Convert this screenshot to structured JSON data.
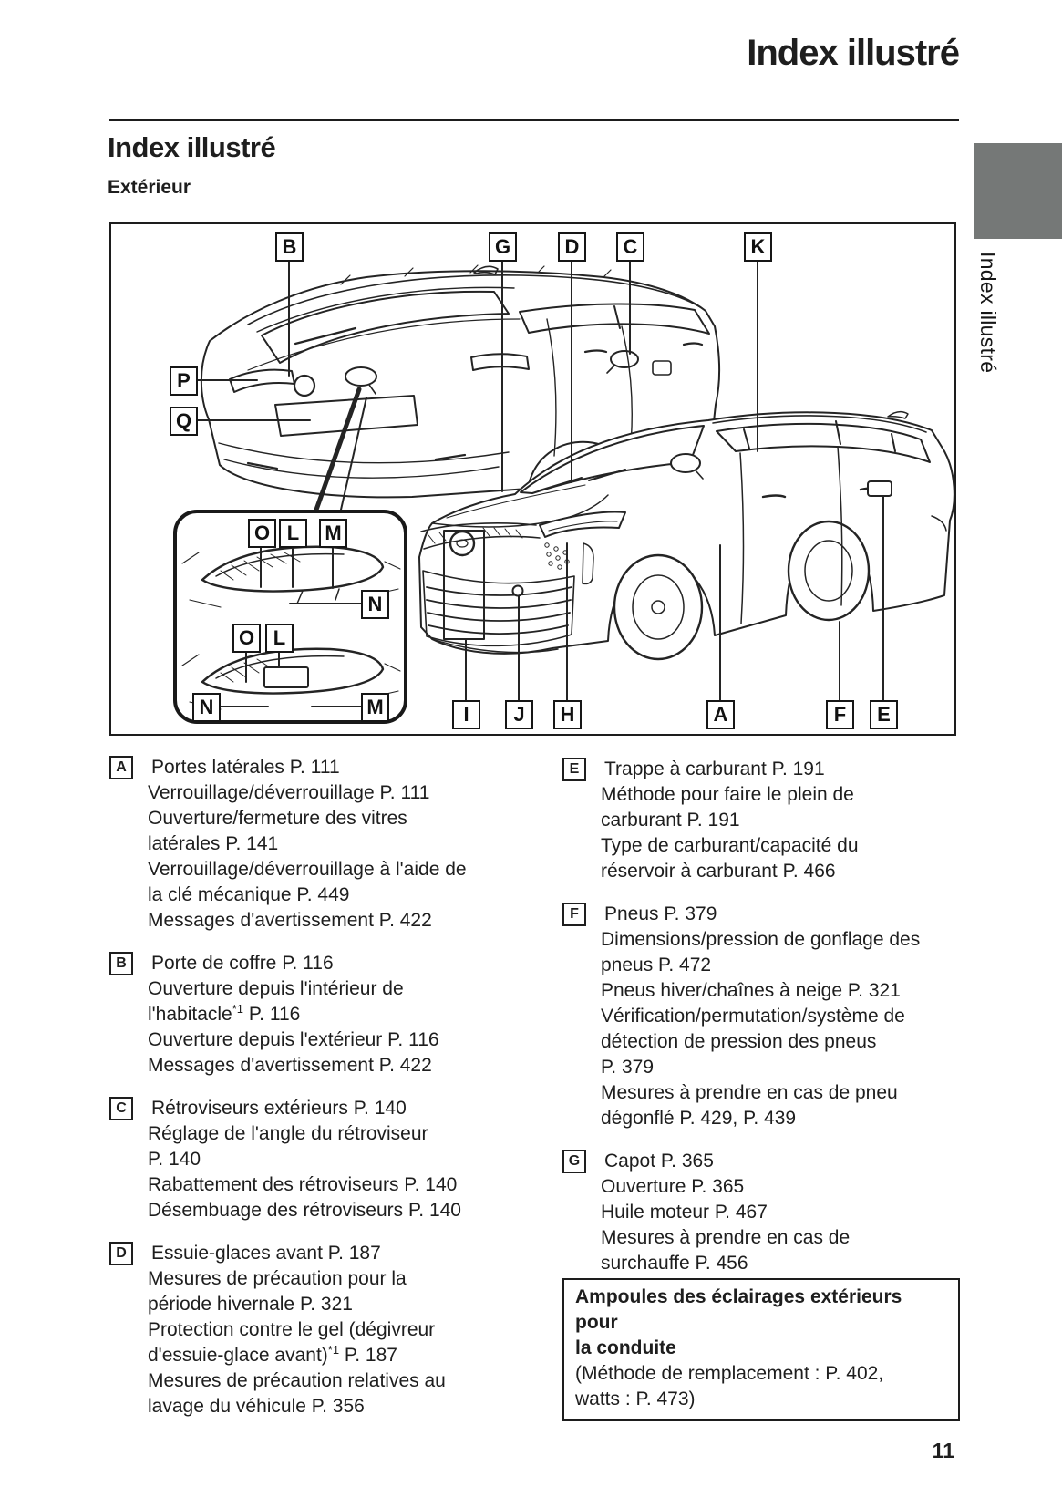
{
  "page": {
    "running_header": "Index illustré",
    "section_title": "Index illustré",
    "subsection_title": "Extérieur",
    "side_tab_label": "Index illustré",
    "page_number": "11"
  },
  "colors": {
    "tab_gray": "#757877",
    "ink": "#1e1e1e",
    "line_art": "#242424"
  },
  "diagram": {
    "description": "Vue extérieure du véhicule (deux vues : arrière et avant) avec rétroviseurs en médaillon",
    "labels": {
      "b": "B",
      "g": "G",
      "d": "D",
      "c": "C",
      "k": "K",
      "p": "P",
      "q": "Q",
      "o1": "O",
      "l1": "L",
      "m1": "M",
      "n1": "N",
      "o2": "O",
      "l2": "L",
      "n2": "N",
      "m2": "M",
      "i": "I",
      "j": "J",
      "h": "H",
      "a": "A",
      "f": "F",
      "e": "E"
    }
  },
  "entries_left": [
    {
      "key": "A",
      "title": "Portes latérales P. 111",
      "lines": [
        {
          "pre": "Verrouillage/déverrouillage P. 111",
          "sup": "",
          "post": ""
        },
        {
          "pre": "Ouverture/fermeture des vitres",
          "sup": "",
          "post": ""
        },
        {
          "pre": "latérales P. 141",
          "sup": "",
          "post": ""
        },
        {
          "pre": "Verrouillage/déverrouillage à l'aide de",
          "sup": "",
          "post": ""
        },
        {
          "pre": "la clé mécanique P. 449",
          "sup": "",
          "post": ""
        },
        {
          "pre": "Messages d'avertissement P. 422",
          "sup": "",
          "post": ""
        }
      ]
    },
    {
      "key": "B",
      "title": "Porte de coffre P. 116",
      "lines": [
        {
          "pre": "Ouverture depuis l'intérieur de",
          "sup": "",
          "post": ""
        },
        {
          "pre": "l'habitacle",
          "sup": "*1",
          "post": " P. 116"
        },
        {
          "pre": "Ouverture depuis l'extérieur P. 116",
          "sup": "",
          "post": ""
        },
        {
          "pre": "Messages d'avertissement P. 422",
          "sup": "",
          "post": ""
        }
      ]
    },
    {
      "key": "C",
      "title": "Rétroviseurs extérieurs P. 140",
      "lines": [
        {
          "pre": "Réglage de l'angle du rétroviseur",
          "sup": "",
          "post": ""
        },
        {
          "pre": "P. 140",
          "sup": "",
          "post": ""
        },
        {
          "pre": "Rabattement des rétroviseurs P. 140",
          "sup": "",
          "post": ""
        },
        {
          "pre": "Désembuage des rétroviseurs P. 140",
          "sup": "",
          "post": ""
        }
      ]
    },
    {
      "key": "D",
      "title": "Essuie-glaces avant P. 187",
      "lines": [
        {
          "pre": "Mesures de précaution pour la",
          "sup": "",
          "post": ""
        },
        {
          "pre": "période hivernale P. 321",
          "sup": "",
          "post": ""
        },
        {
          "pre": "Protection contre le gel (dégivreur",
          "sup": "",
          "post": ""
        },
        {
          "pre": "d'essuie-glace avant)",
          "sup": "*1",
          "post": " P. 187"
        },
        {
          "pre": "Mesures de précaution relatives au",
          "sup": "",
          "post": ""
        },
        {
          "pre": "lavage du véhicule P. 356",
          "sup": "",
          "post": ""
        }
      ]
    }
  ],
  "entries_right": [
    {
      "key": "E",
      "title": "Trappe à carburant P. 191",
      "lines": [
        {
          "pre": "Méthode pour faire le plein de",
          "sup": "",
          "post": ""
        },
        {
          "pre": "carburant P. 191",
          "sup": "",
          "post": ""
        },
        {
          "pre": "Type de carburant/capacité du",
          "sup": "",
          "post": ""
        },
        {
          "pre": "réservoir à carburant P. 466",
          "sup": "",
          "post": ""
        }
      ]
    },
    {
      "key": "F",
      "title": "Pneus P. 379",
      "lines": [
        {
          "pre": "Dimensions/pression de gonflage des",
          "sup": "",
          "post": ""
        },
        {
          "pre": "pneus P. 472",
          "sup": "",
          "post": ""
        },
        {
          "pre": "Pneus hiver/chaînes à neige P. 321",
          "sup": "",
          "post": ""
        },
        {
          "pre": "Vérification/permutation/système de",
          "sup": "",
          "post": ""
        },
        {
          "pre": "détection de pression des pneus",
          "sup": "",
          "post": ""
        },
        {
          "pre": "P. 379",
          "sup": "",
          "post": ""
        },
        {
          "pre": "Mesures à prendre en cas de pneu",
          "sup": "",
          "post": ""
        },
        {
          "pre": "dégonflé P. 429, P. 439",
          "sup": "",
          "post": ""
        }
      ]
    },
    {
      "key": "G",
      "title": "Capot P. 365",
      "lines": [
        {
          "pre": "Ouverture P. 365",
          "sup": "",
          "post": ""
        },
        {
          "pre": "Huile moteur P. 467",
          "sup": "",
          "post": ""
        },
        {
          "pre": "Mesures à prendre en cas de",
          "sup": "",
          "post": ""
        },
        {
          "pre": "surchauffe P. 456",
          "sup": "",
          "post": ""
        }
      ]
    }
  ],
  "bulb_box": {
    "title_lines": [
      "Ampoules des éclairages extérieurs pour",
      "la conduite"
    ],
    "body_lines": [
      "(Méthode de remplacement : P. 402,",
      "watts : P. 473)"
    ]
  }
}
